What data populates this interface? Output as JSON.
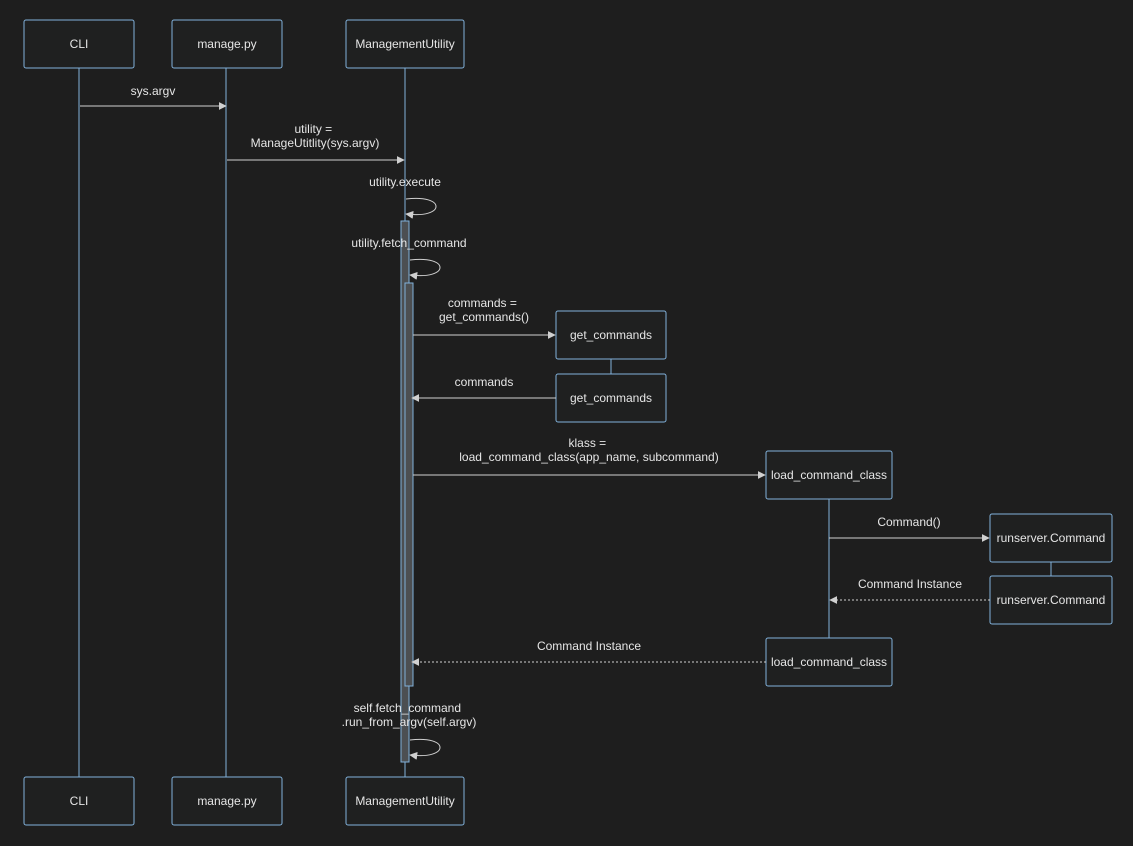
{
  "colors": {
    "background": "#1e1e1e",
    "actor_fill": "#1f2020",
    "actor_stroke": "#81B1DB",
    "message_line": "#d0d0d0",
    "text": "#e6e6e6",
    "activation_fill": "#4c4f52"
  },
  "actors": {
    "cli": "CLI",
    "manage": "manage.py",
    "utility": "ManagementUtility",
    "get_commands_call": "get_commands",
    "get_commands_return": "get_commands",
    "load_call": "load_command_class",
    "load_return": "load_command_class",
    "runserver_call": "runserver.Command",
    "runserver_return": "runserver.Command"
  },
  "messages": {
    "m1": [
      "sys.argv"
    ],
    "m2": [
      "utility =",
      "ManageUtitlity(sys.argv)"
    ],
    "m3": [
      "utility.execute"
    ],
    "m4": [
      "utility.fetch_command"
    ],
    "m5": [
      "commands =",
      "get_commands()"
    ],
    "m6": [
      "commands"
    ],
    "m7": [
      "klass =",
      "load_command_class(app_name, subcommand)"
    ],
    "m8": [
      "Command()"
    ],
    "m9": [
      "Command Instance"
    ],
    "m10": [
      "Command Instance"
    ],
    "m11": [
      "self.fetch_command",
      ".run_from_argv(self.argv)"
    ]
  }
}
